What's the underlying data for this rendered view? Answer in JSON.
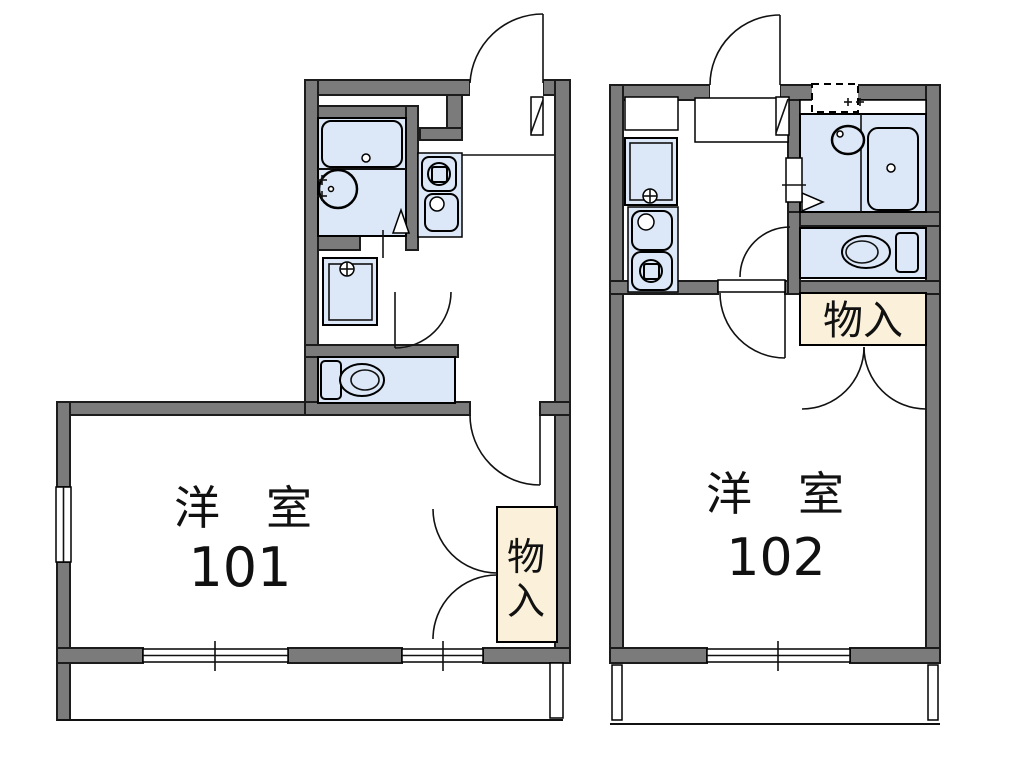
{
  "plan_title": "apartment-floor-plan",
  "u101": {
    "room_label": "洋　室",
    "room_number": "101",
    "closet_top_char": "物",
    "closet_bottom_char": "入"
  },
  "u102": {
    "room_label": "洋　室",
    "room_number": "102",
    "closet_label": "物入"
  },
  "colors": {
    "wall": "#7b7b7b",
    "fixture_fill": "#dce8f7",
    "closet_fill": "#fbf0da",
    "outline": "#000000",
    "background": "#ffffff"
  }
}
